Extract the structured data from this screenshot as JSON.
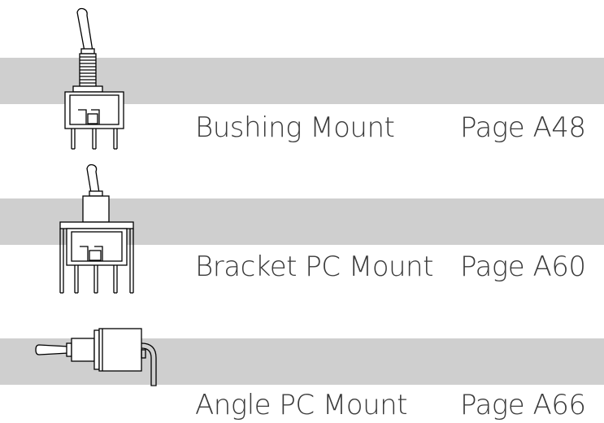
{
  "rows": [
    {
      "name": "Bushing Mount",
      "page": "Page A48",
      "icon": "bushing-mount-switch-icon"
    },
    {
      "name": "Bracket PC Mount",
      "page": "Page A60",
      "icon": "bracket-pc-mount-switch-icon"
    },
    {
      "name": "Angle PC Mount",
      "page": "Page A66",
      "icon": "angle-pc-mount-switch-icon"
    }
  ],
  "colors": {
    "band": "#cfcfcf",
    "text": "#3a3a3a",
    "line": "#000000"
  }
}
